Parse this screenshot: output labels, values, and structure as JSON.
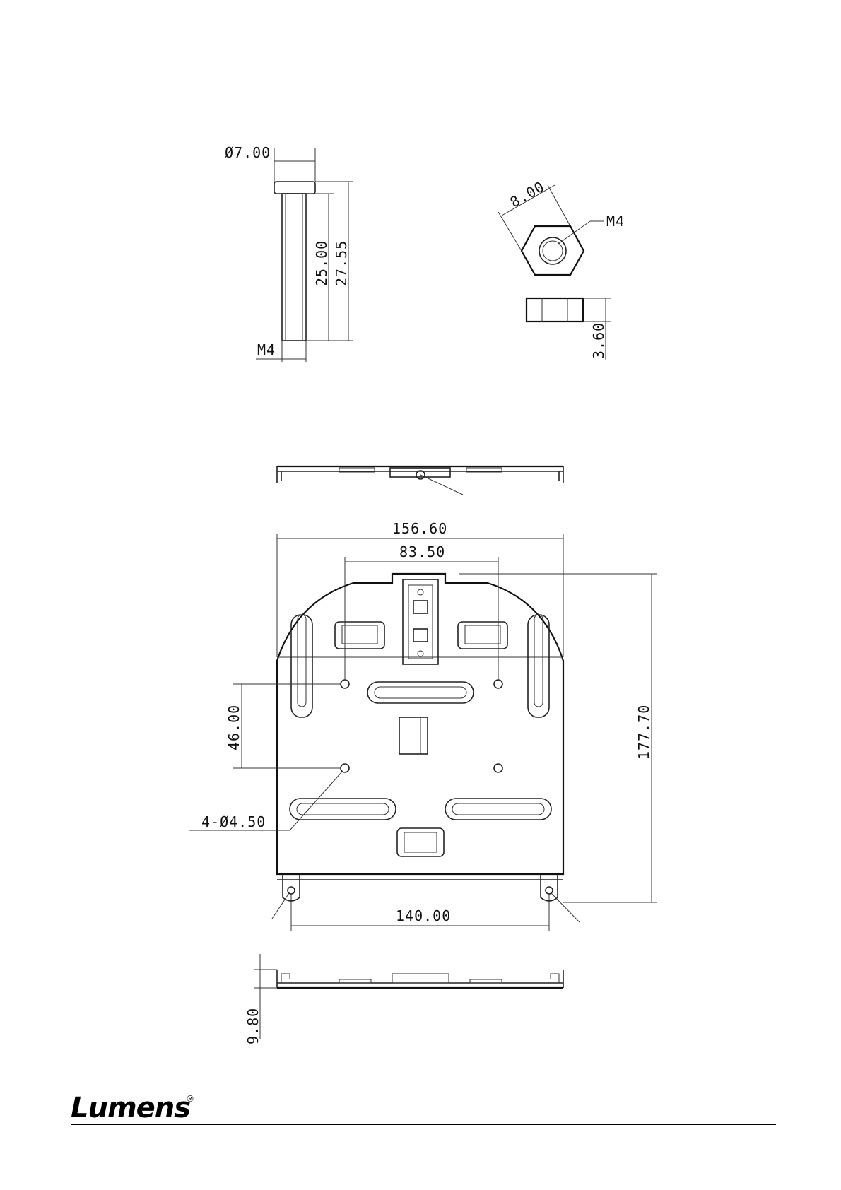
{
  "screw": {
    "head_diameter": "Ø7.00",
    "shank_length": "25.00",
    "total_length": "27.55",
    "thread": "M4"
  },
  "nut": {
    "across_flats": "8.00",
    "thread": "M4",
    "thickness": "3.60"
  },
  "plate": {
    "overall_width": "156.60",
    "top_hole_spacing": "83.50",
    "overall_height": "177.70",
    "vertical_hole_spacing": "46.00",
    "hole_callout": "4-Ø4.50",
    "bottom_hole_spacing": "140.00",
    "side_height": "9.80"
  },
  "footer": {
    "brand": "Lumens",
    "registered": "®"
  }
}
